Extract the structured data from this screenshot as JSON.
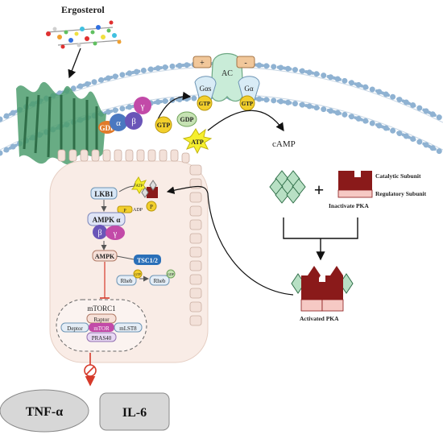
{
  "figure": {
    "ergosterol_label": "Ergosterol",
    "membrane": {
      "ac_label": "AC",
      "plus_label": "+",
      "minus_label": "-",
      "galpha_s_label": "Gαs",
      "galpha_label": "Gα",
      "gtp_label": "GTP",
      "gdp_label": "GDP",
      "alpha_label": "α",
      "beta_label": "β",
      "gamma_label": "γ",
      "atp_label": "ATP",
      "camp_label": "cAMP"
    },
    "pka": {
      "catalytic_label": "Catalytic Subunit",
      "regulatory_label": "Regulatory Subunit",
      "inactive_label": "Inactivate PKA",
      "activated_label": "Activated PKA",
      "plus_sign": "+"
    },
    "cell": {
      "lkb1_label": "LKB1",
      "atp_small": "ATP",
      "adp_small": "ADP",
      "p_label": "P",
      "ampk_alpha_label": "AMPK α",
      "beta_label": "β",
      "gamma_label": "γ",
      "ampk_label": "AMPK",
      "tsc_label": "TSC1/2",
      "rheb_label": "Rheb",
      "gtp_small": "GTP",
      "gdp_small": "GDP",
      "mtorc1_label": "mTORC1",
      "raptor_label": "Raptor",
      "deptor_label": "Deptor",
      "mtor_label": "mTOR",
      "mlst8_label": "mLST8",
      "pras40_label": "PRAS40"
    },
    "outputs": {
      "tnf_label": "TNF-α",
      "il6_label": "IL-6"
    },
    "colors": {
      "membrane_head": "#8fb2d2",
      "receptor_green": "#4e9e6e",
      "alpha_blue": "#4a78c0",
      "beta_purple": "#6a55b8",
      "gamma_magenta": "#c24aa8",
      "gdp_orange": "#e07a2a",
      "gtp_yellow": "#f2cf2c",
      "gdp_green": "#c6e2b3",
      "pka_green": "#b8e0c4",
      "pka_red": "#8a1a1a",
      "pka_pink": "#f6c9c4",
      "cell_fill": "#f9ece6",
      "tsc_blue": "#2a6fb8",
      "inhibit_red": "#d63a2a"
    }
  }
}
